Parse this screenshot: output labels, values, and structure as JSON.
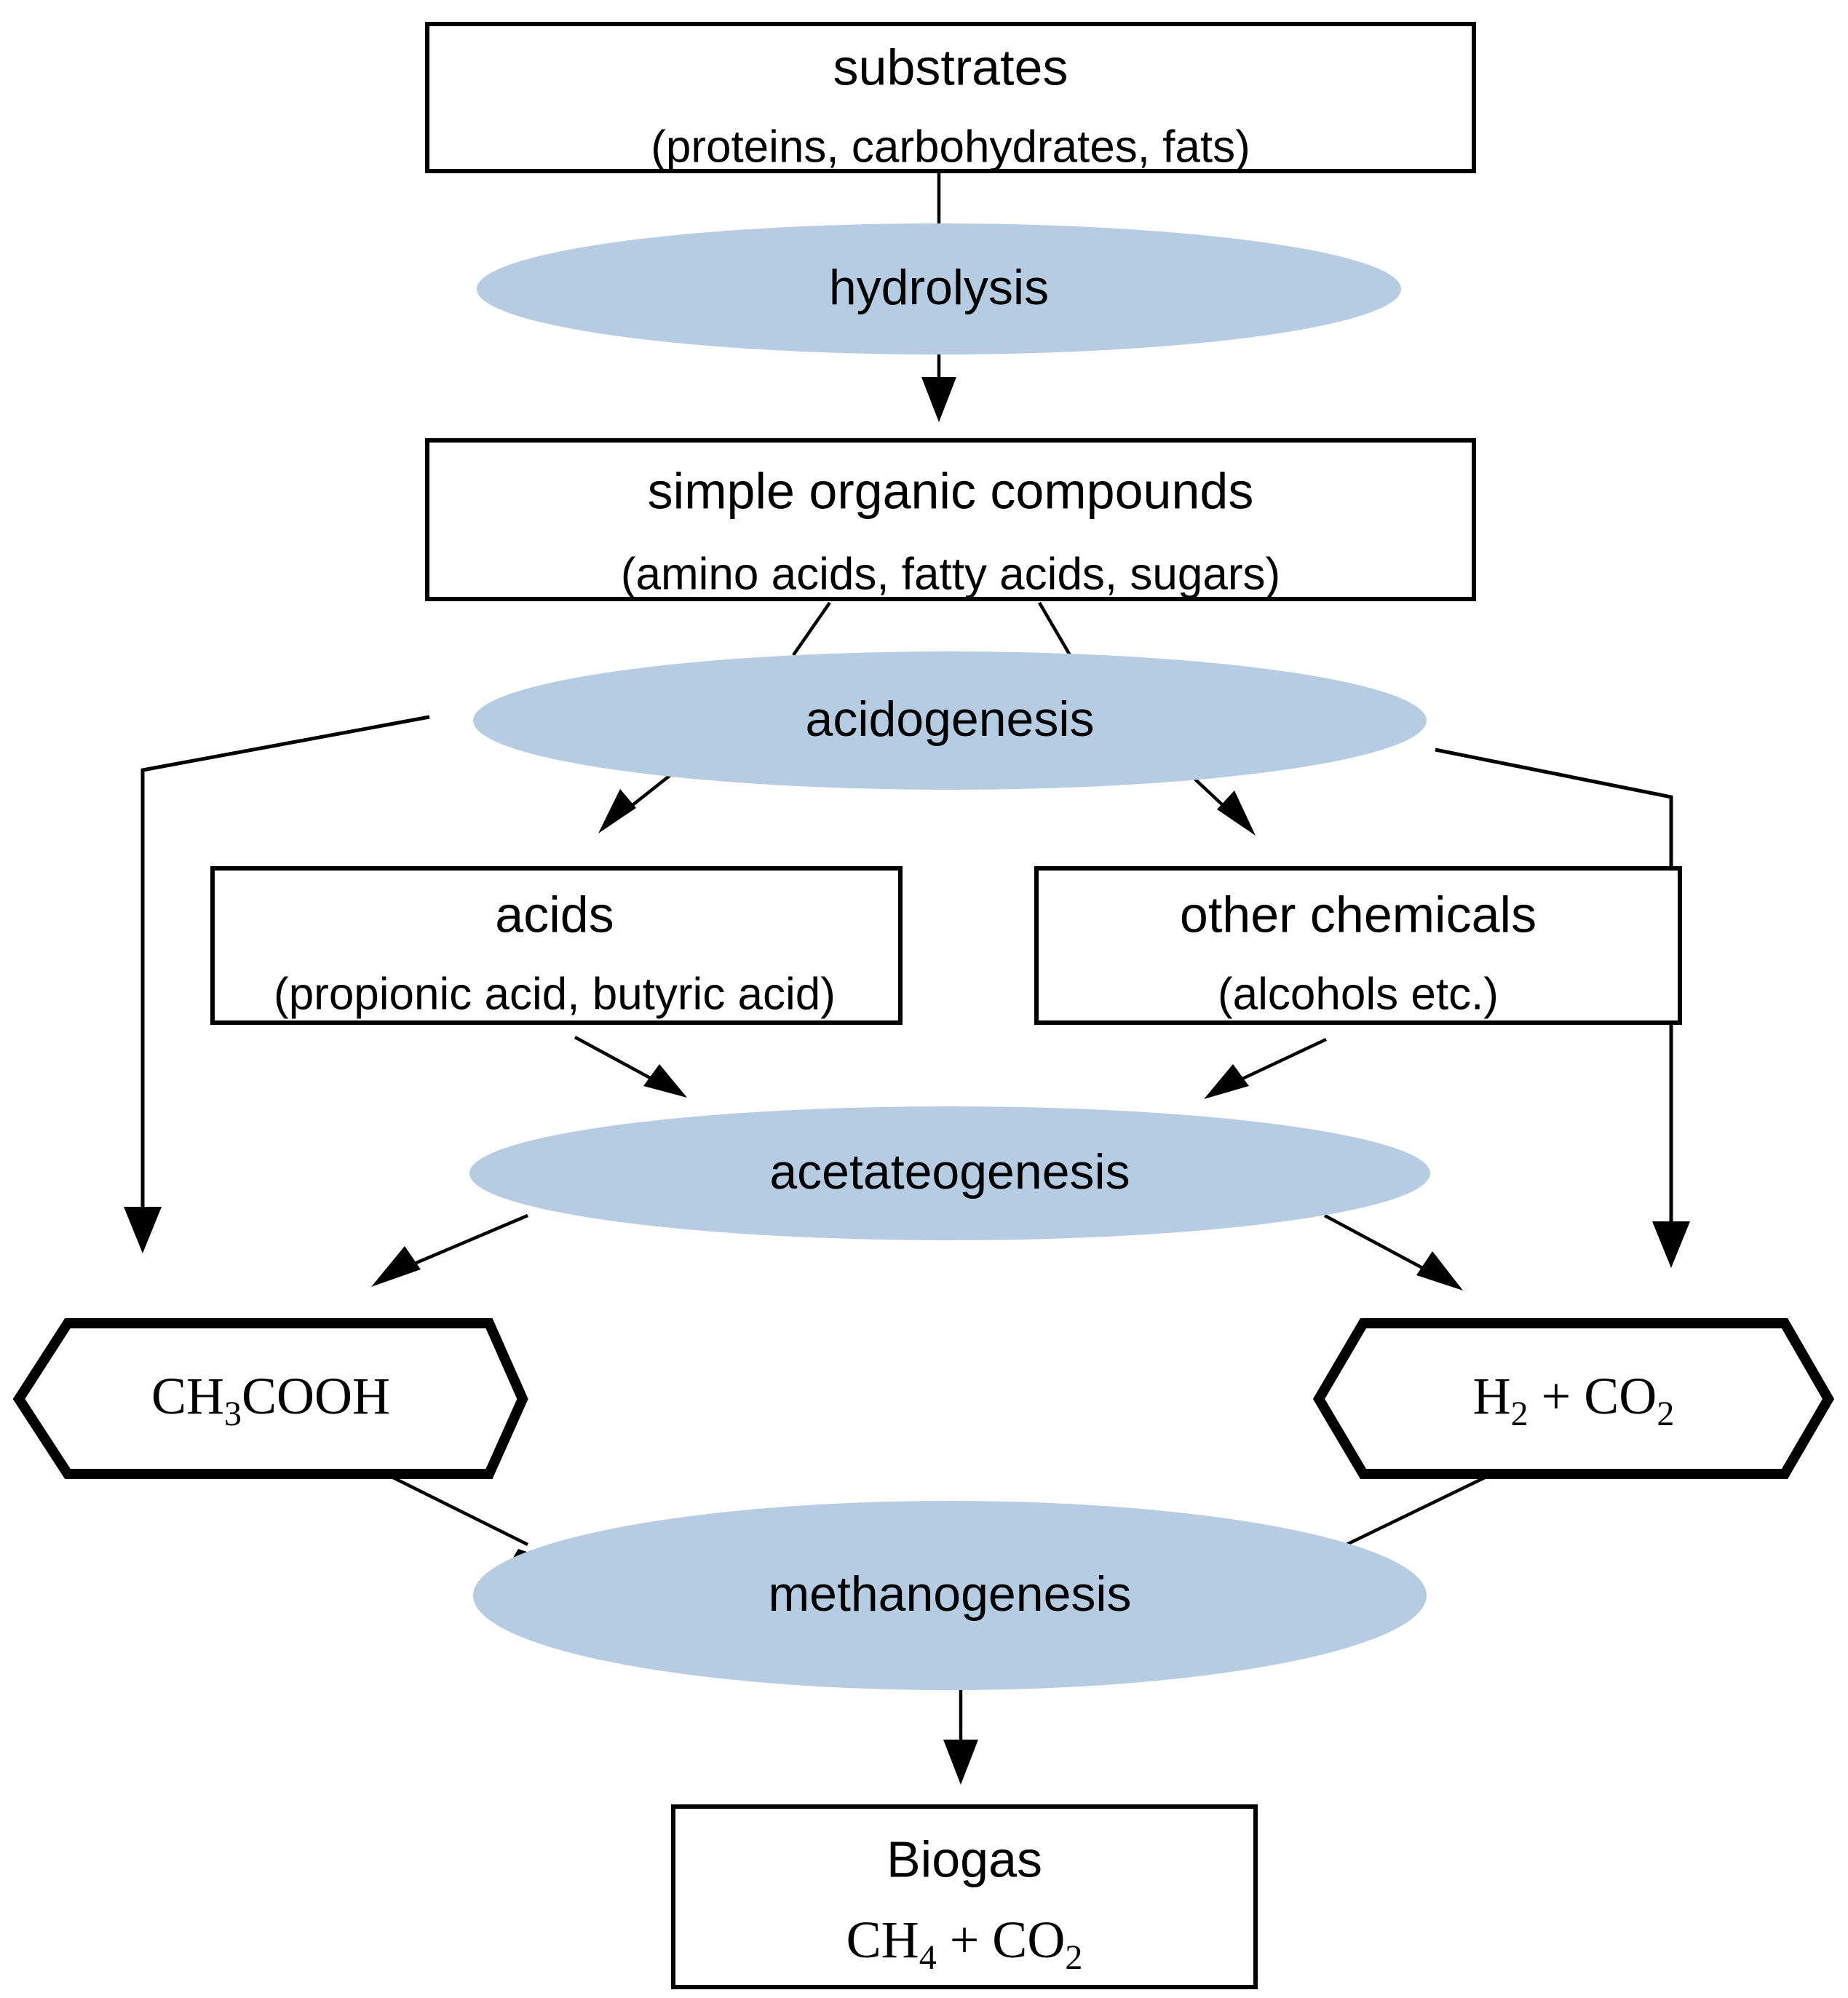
{
  "diagram": {
    "title": "Anaerobic digestion pathway",
    "palette": {
      "process_fill": "#b6cce2",
      "outline": "#000000",
      "background": "#ffffff"
    },
    "nodes": {
      "substrates": {
        "shape": "rectangle",
        "line1": "substrates",
        "line2": "(proteins, carbohydrates, fats)"
      },
      "hydrolysis": {
        "shape": "ellipse",
        "label": "hydrolysis"
      },
      "simple_organic_compounds": {
        "shape": "rectangle",
        "line1": "simple organic compounds",
        "line2": "(amino acids, fatty acids, sugars)"
      },
      "acidogenesis": {
        "shape": "ellipse",
        "label": "acidogenesis"
      },
      "acids": {
        "shape": "rectangle",
        "line1": "acids",
        "line2": "(propionic acid, butyric acid)"
      },
      "other_chemicals": {
        "shape": "rectangle",
        "line1": "other chemicals",
        "line2": "(alcohols etc.)"
      },
      "acetateogenesis": {
        "shape": "ellipse",
        "label": "acetateogenesis"
      },
      "acetic_acid": {
        "shape": "hexagon",
        "formula_main": "CH",
        "formula_sub": "3",
        "formula_tail": "COOH"
      },
      "hydrogen_carbon_dioxide": {
        "shape": "hexagon",
        "part1_main": "H",
        "part1_sub": "2",
        "plus": " + ",
        "part2_main": "CO",
        "part2_sub": "2"
      },
      "methanogenesis": {
        "shape": "ellipse",
        "label": "methanogenesis"
      },
      "biogas": {
        "shape": "rectangle",
        "line1": "Biogas",
        "formula_part1_main": "CH",
        "formula_part1_sub": "4",
        "formula_plus": " + ",
        "formula_part2_main": "CO",
        "formula_part2_sub": "2"
      }
    },
    "edges": [
      {
        "from": "substrates",
        "to": "hydrolysis",
        "arrow": false
      },
      {
        "from": "hydrolysis",
        "to": "simple_organic_compounds",
        "arrow": true
      },
      {
        "from": "simple_organic_compounds",
        "to": "acidogenesis",
        "arrow": false
      },
      {
        "from": "acidogenesis",
        "to": "acids",
        "arrow": true
      },
      {
        "from": "acidogenesis",
        "to": "other_chemicals",
        "arrow": true
      },
      {
        "from": "acidogenesis",
        "to": "acetic_acid",
        "arrow": true
      },
      {
        "from": "acidogenesis",
        "to": "hydrogen_carbon_dioxide",
        "arrow": true
      },
      {
        "from": "acids",
        "to": "acetateogenesis",
        "arrow": true
      },
      {
        "from": "other_chemicals",
        "to": "acetateogenesis",
        "arrow": true
      },
      {
        "from": "acetateogenesis",
        "to": "acetic_acid",
        "arrow": true
      },
      {
        "from": "acetateogenesis",
        "to": "hydrogen_carbon_dioxide",
        "arrow": true
      },
      {
        "from": "acetic_acid",
        "to": "methanogenesis",
        "arrow": true
      },
      {
        "from": "hydrogen_carbon_dioxide",
        "to": "methanogenesis",
        "arrow": true
      },
      {
        "from": "methanogenesis",
        "to": "biogas",
        "arrow": true
      }
    ]
  }
}
